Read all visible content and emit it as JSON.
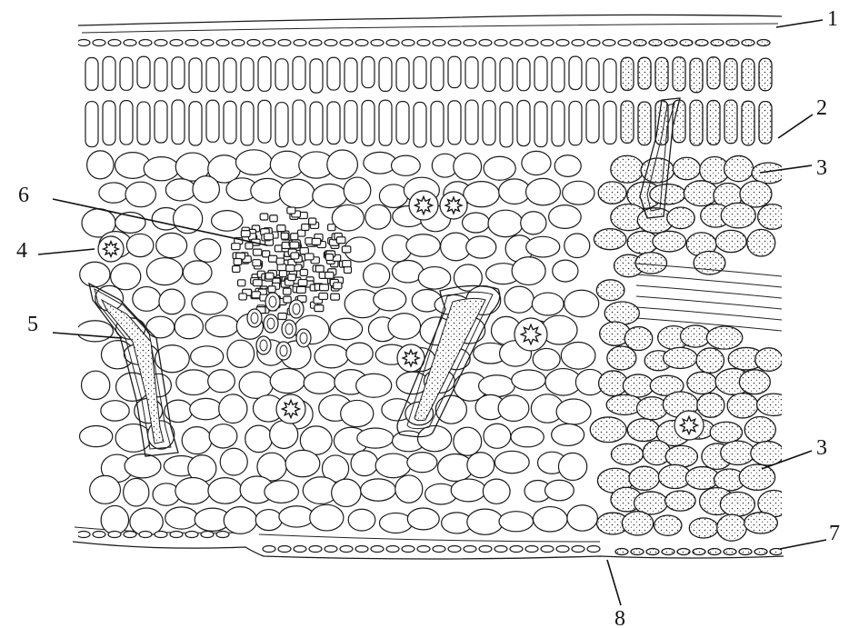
{
  "labels": [
    {
      "id": "1",
      "text": "1"
    },
    {
      "id": "2",
      "text": "2"
    },
    {
      "id": "3a",
      "text": "3"
    },
    {
      "id": "3b",
      "text": "3"
    },
    {
      "id": "4",
      "text": "4"
    },
    {
      "id": "5",
      "text": "5"
    },
    {
      "id": "6",
      "text": "6"
    },
    {
      "id": "7",
      "text": "7"
    },
    {
      "id": "8",
      "text": "8"
    }
  ]
}
